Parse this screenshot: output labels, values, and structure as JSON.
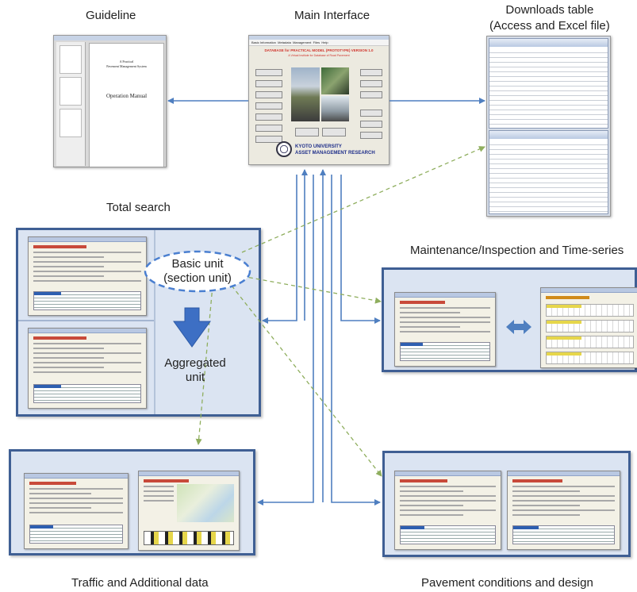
{
  "captions": {
    "guideline": "Guideline",
    "main_interface": "Main Interface",
    "downloads_table_1": "Downloads table",
    "downloads_table_2": "(Access and Excel file)",
    "total_search": "Total search",
    "maintenance": "Maintenance/Inspection and Time-series",
    "traffic": "Traffic and Additional data",
    "pavement": "Pavement conditions and design"
  },
  "basic_unit": {
    "line1": "Basic unit",
    "line2": "(section unit)"
  },
  "aggregated_unit": {
    "line1": "Aggregated",
    "line2": "unit"
  },
  "guideline_doc": {
    "line1": "A Practical",
    "line2": "Pavement Management System",
    "manual_title": "Operation Manual"
  },
  "main_window": {
    "menu": [
      "Basic Information",
      "Metadata",
      "Management",
      "Files",
      "Help"
    ],
    "title": "DATABASE for PRACTICAL MODEL (PROTOTYPE) VERSION 1.0",
    "subtitle": "A Virtual Institute for Database of Road Pavement",
    "org_line1": "KYOTO UNIVERSITY",
    "org_line2": "ASSET MANAGEMENT RESEARCH"
  },
  "colors": {
    "panel_fill": "#dbe4f2",
    "panel_border": "#3f5f94",
    "arrow": "#4f7fc0",
    "dashed_link": "#8fae5e",
    "ellipse_border": "#4a7fd0",
    "down_arrow": "#3d6fc4",
    "main_title_red": "#d0342c"
  }
}
